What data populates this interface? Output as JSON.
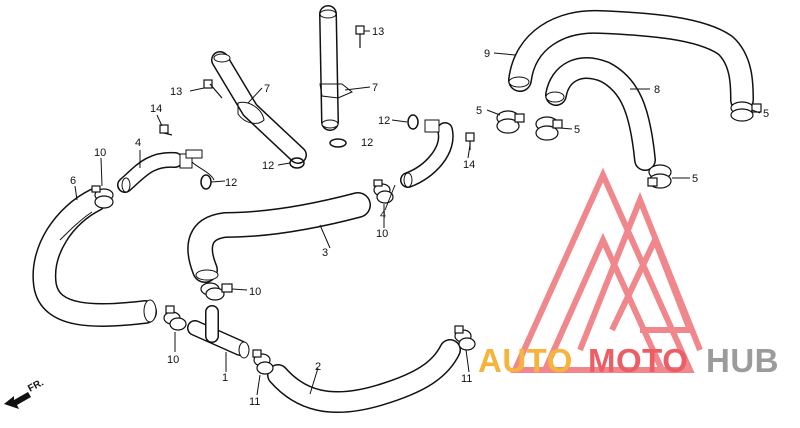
{
  "diagram": {
    "callouts": {
      "c13a": "13",
      "c13b": "13",
      "c7a": "7",
      "c7b": "7",
      "c14a": "14",
      "c14b": "14",
      "c4a": "4",
      "c4b": "4",
      "c12a": "12",
      "c12b": "12",
      "c12c": "12",
      "c12d": "12",
      "c10a": "10",
      "c10b": "10",
      "c10c": "10",
      "c10d": "10",
      "c6": "6",
      "c3": "3",
      "c1": "1",
      "c2": "2",
      "c11a": "11",
      "c11b": "11",
      "c9": "9",
      "c8": "8",
      "c5a": "5",
      "c5b": "5",
      "c5c": "5",
      "c5d": "5"
    },
    "direction_label": "FR.",
    "colors": {
      "line": "#111111",
      "logo_red": "#e8434b",
      "logo_orange": "#f5a81c",
      "logo_gray": "#8a8a8a"
    }
  },
  "watermark": {
    "word_auto": "AUTO",
    "word_moto": "MOTO",
    "word_hub": "HUB"
  }
}
